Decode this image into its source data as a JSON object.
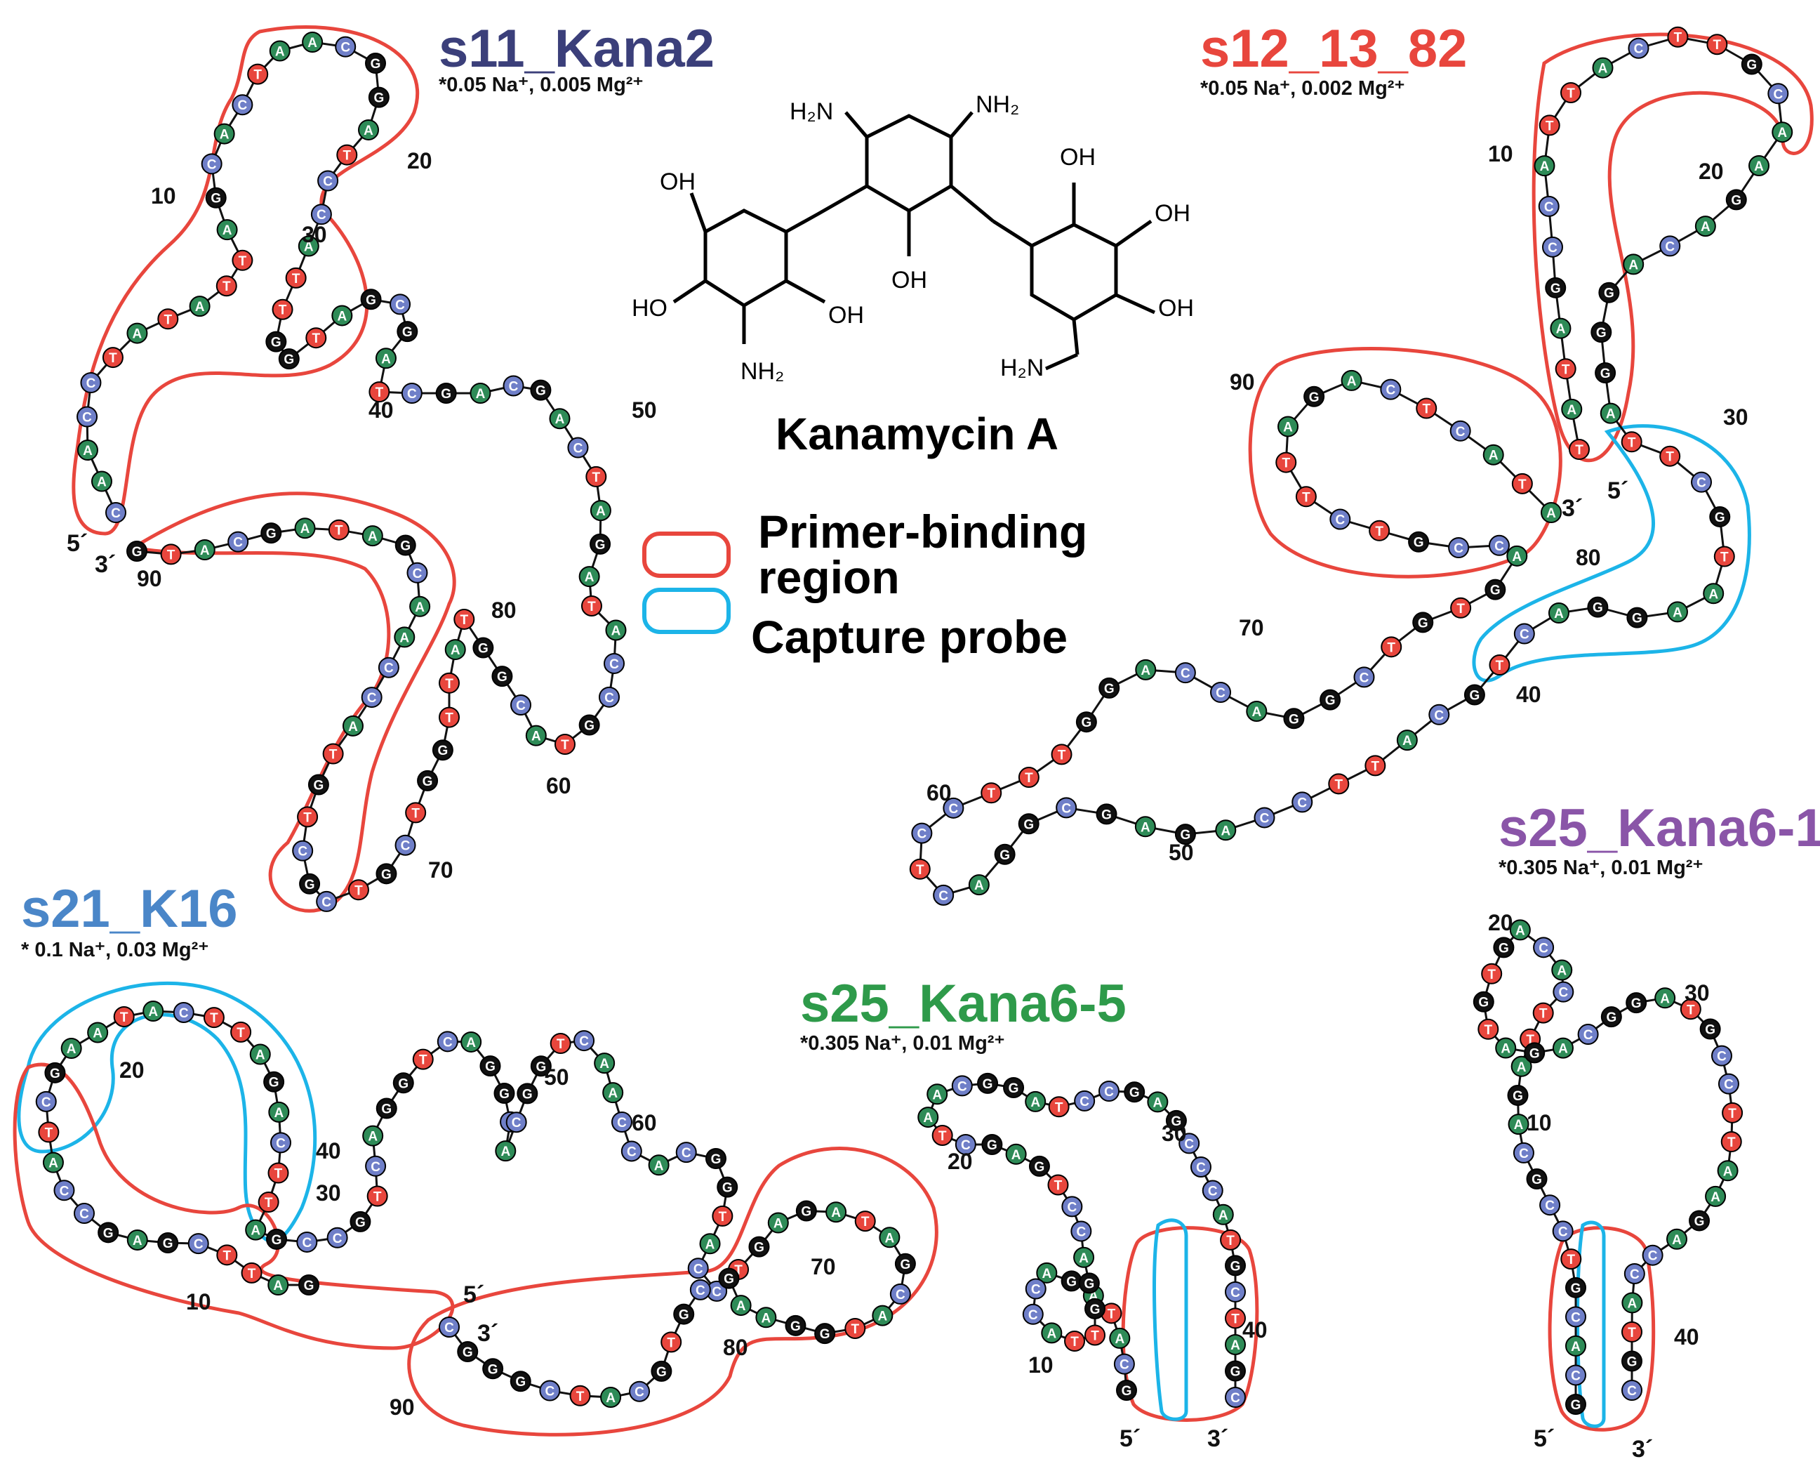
{
  "colors": {
    "primer_region": "#e8463d",
    "capture_probe": "#1cb4e8",
    "nt_A": "#2e8b57",
    "nt_C": "#6f7fc8",
    "nt_G": "#111111",
    "nt_T": "#e8463d"
  },
  "structures": [
    {
      "id": "s11",
      "name": "s11_Kana2",
      "name_color": "#3b3f7a",
      "conditions": "*0.05 Na⁺, 0.005 Mg²⁺",
      "numbers": [
        "10",
        "20",
        "30",
        "40",
        "50",
        "60",
        "70",
        "80",
        "90"
      ],
      "ends": [
        "5´",
        "3´"
      ]
    },
    {
      "id": "s12",
      "name": "s12_13_82",
      "name_color": "#e8463d",
      "conditions": "*0.05 Na⁺, 0.002 Mg²⁺",
      "numbers": [
        "10",
        "20",
        "30",
        "40",
        "50",
        "60",
        "70",
        "80",
        "90"
      ],
      "ends": [
        "5´",
        "3´"
      ]
    },
    {
      "id": "s21",
      "name": "s21_K16",
      "name_color": "#4a86c8",
      "conditions": "* 0.1 Na⁺, 0.03 Mg²⁺",
      "numbers": [
        "10",
        "20",
        "30",
        "40",
        "50",
        "60",
        "70",
        "80",
        "90"
      ],
      "ends": [
        "5´",
        "3´"
      ]
    },
    {
      "id": "s25_5",
      "name": "s25_Kana6-5",
      "name_color": "#2e9a4a",
      "conditions": "*0.305 Na⁺, 0.01 Mg²⁺",
      "numbers": [
        "10",
        "20",
        "30",
        "40"
      ],
      "ends": [
        "5´",
        "3´"
      ]
    },
    {
      "id": "s25_1",
      "name": "s25_Kana6-1",
      "name_color": "#8a55a8",
      "conditions": "*0.305 Na⁺, 0.01 Mg²⁺",
      "numbers": [
        "10",
        "20",
        "30",
        "40"
      ],
      "ends": [
        "5´",
        "3´"
      ]
    }
  ],
  "molecule": {
    "name": "Kanamycin A",
    "labels": [
      "H₂N",
      "NH₂",
      "OH",
      "OH",
      "OH",
      "HO",
      "OH",
      "NH₂",
      "OH",
      "OH",
      "H₂N"
    ]
  },
  "legend": {
    "primer_label_line1": "Primer-binding",
    "primer_label_line2": "region",
    "probe_label": "Capture probe"
  }
}
